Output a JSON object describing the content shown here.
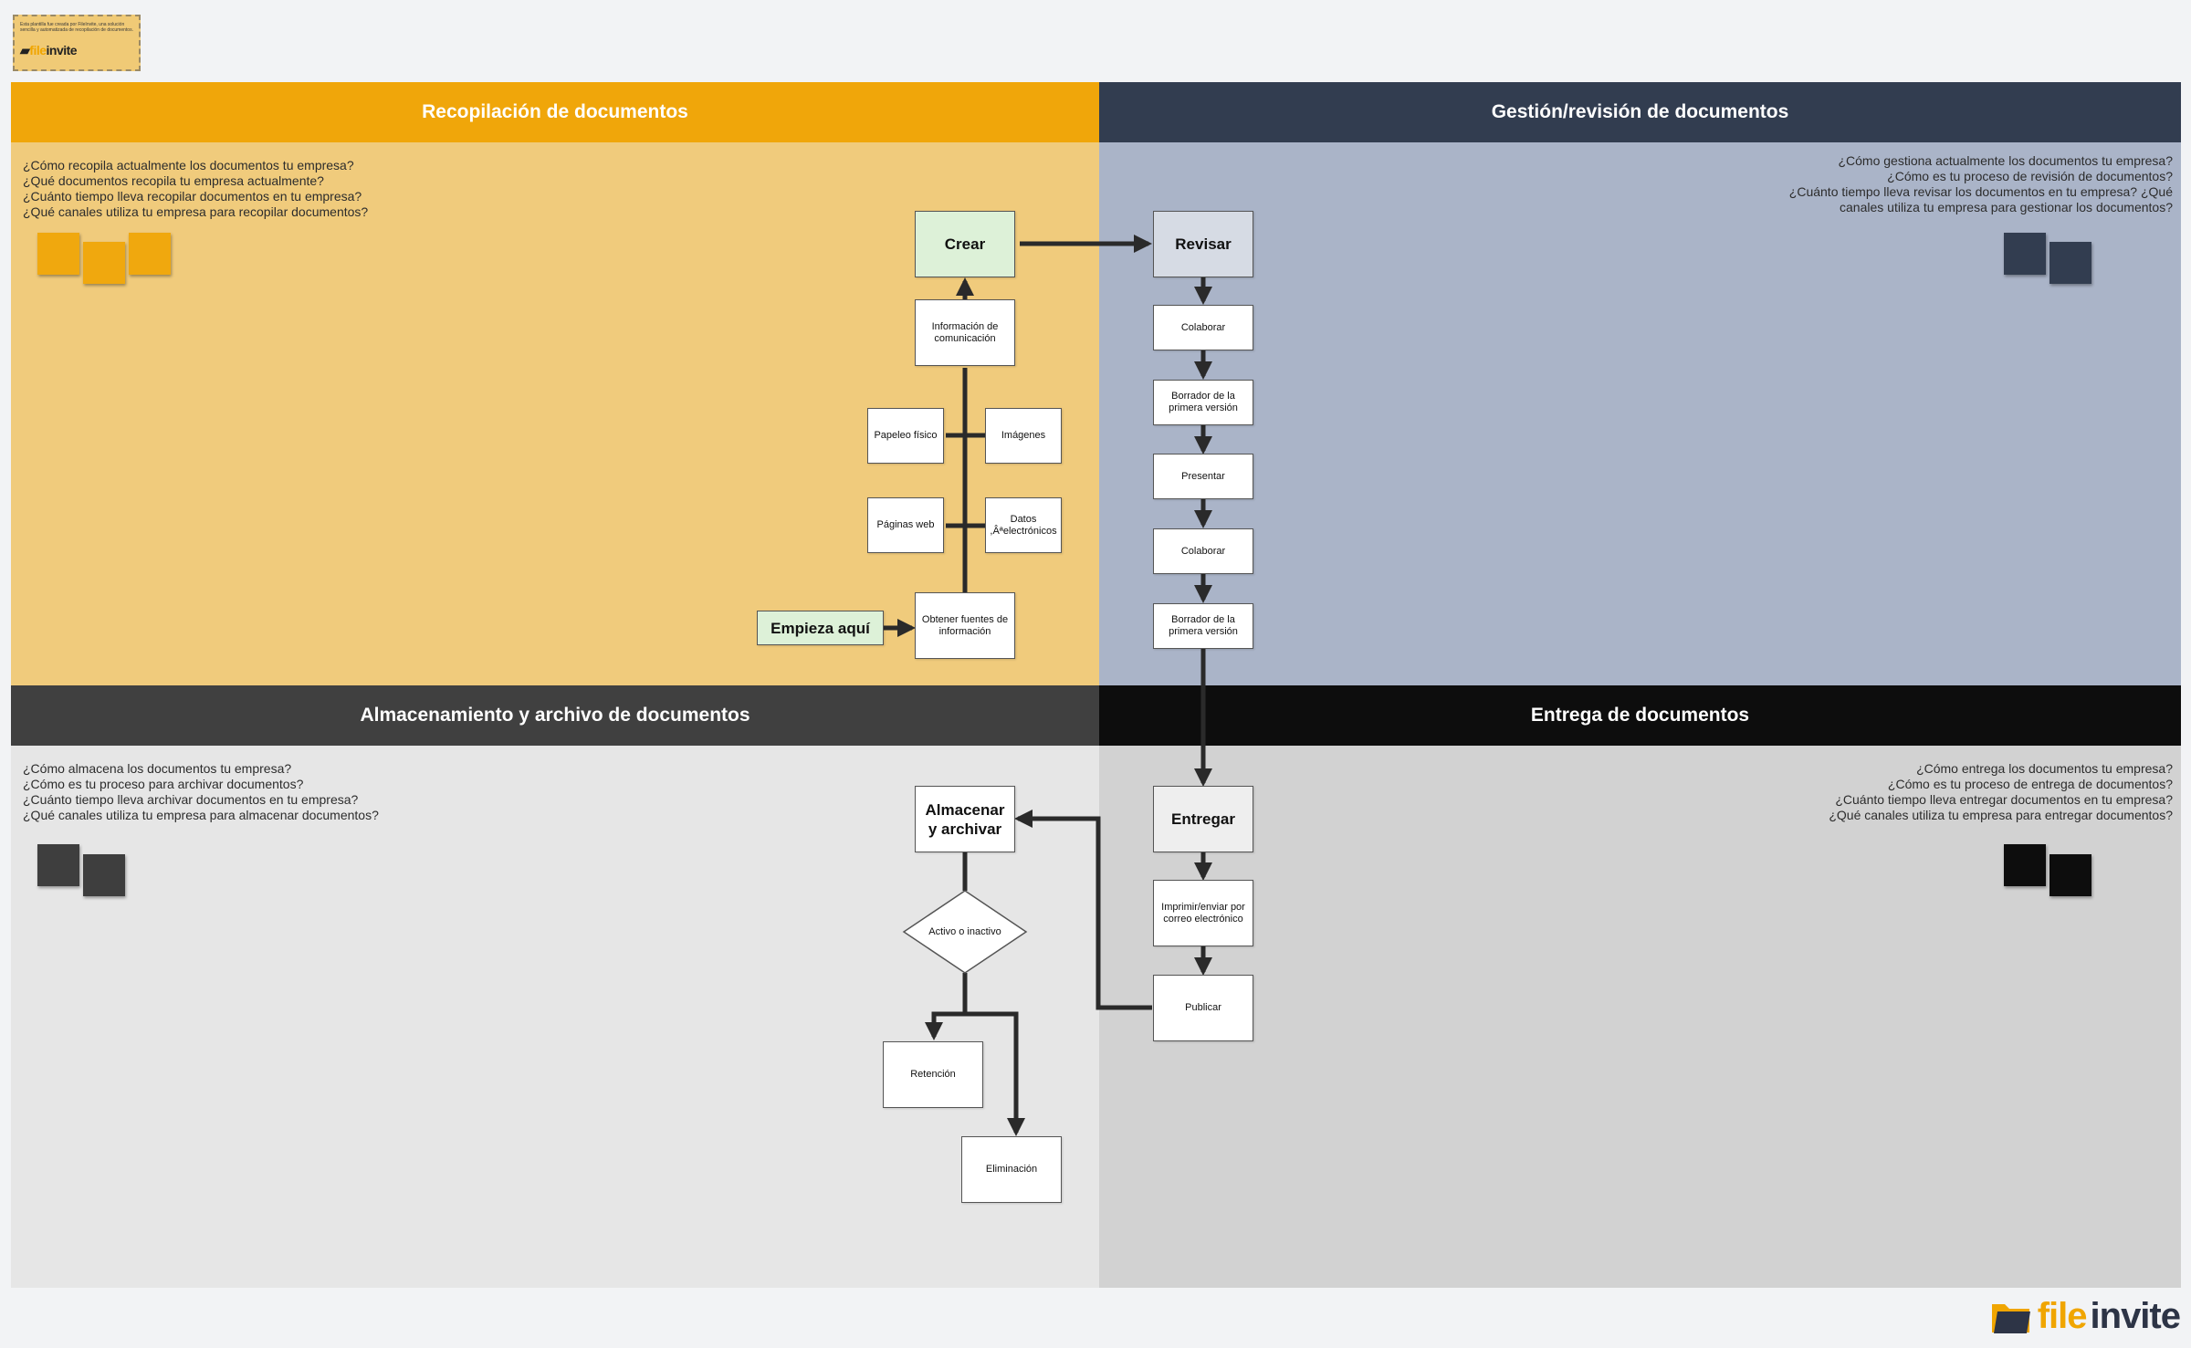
{
  "template_note": {
    "text": "Esta plantilla fue creada por FileInvite, una solución sencilla y automatizada de recopilación de documentos.",
    "logo_file": "file",
    "logo_invite": "invite"
  },
  "quadrants": {
    "collection": {
      "title": "Recopilación de documentos",
      "header_color": "#f0a60a",
      "body_color": "#f0cb7c",
      "questions": "¿Cómo recopila actualmente los documentos tu empresa?\n¿Qué documentos recopila tu empresa actualmente?\n¿Cuánto tiempo lleva recopilar documentos en tu empresa?\n¿Qué canales utiliza tu empresa para recopilar documentos?",
      "sticky_color": "#f0a80e"
    },
    "management": {
      "title": "Gestión/revisión de documentos",
      "header_color": "#323d50",
      "body_color": "#aab4c8",
      "questions": "¿Cómo gestiona actualmente los documentos tu empresa?\n¿Cómo es tu proceso de revisión de documentos?\n¿Cuánto tiempo lleva revisar los documentos en tu empresa? ¿Qué\ncanales utiliza tu empresa para gestionar los documentos?",
      "sticky_color": "#323d50"
    },
    "storage": {
      "title": "Almacenamiento y archivo de documentos",
      "header_color": "#404040",
      "body_color": "#e6e6e6",
      "questions": "¿Cómo almacena los documentos tu empresa?\n¿Cómo es tu proceso para archivar documentos?\n¿Cuánto tiempo lleva archivar documentos en tu empresa?\n¿Qué canales utiliza tu empresa para almacenar documentos?",
      "sticky_color": "#3e3e3e"
    },
    "delivery": {
      "title": "Entrega de documentos",
      "header_color": "#0d0d0d",
      "body_color": "#d2d2d2",
      "questions": "¿Cómo entrega los documentos tu empresa?\n¿Cómo es tu proceso de entrega de documentos?\n¿Cuánto tiempo lleva entregar documentos en tu empresa?\n¿Qué canales utiliza tu empresa para entregar documentos?",
      "sticky_color": "#0d0d0d"
    }
  },
  "nodes": {
    "start": "Empieza aquí",
    "create": "Crear",
    "info_comm": "Información de comunicación",
    "paper": "Papeleo físico",
    "images": "Imágenes",
    "webpages": "Páginas web",
    "electronic": "Datos ,Âªelectrónicos",
    "sources": "Obtener fuentes de información",
    "review": "Revisar",
    "collab1": "Colaborar",
    "draft1": "Borrador de la primera versión",
    "present": "Presentar",
    "collab2": "Colaborar",
    "draft2": "Borrador de la primera versión",
    "deliver": "Entregar",
    "print_email": "Imprimir/enviar por correo electrónico",
    "publish": "Publicar",
    "store": "Almacenar y archivar",
    "decision": "Activo o inactivo",
    "retention": "Retención",
    "deletion": "Eliminación"
  },
  "brand": {
    "file": "file",
    "invite": "invite"
  }
}
